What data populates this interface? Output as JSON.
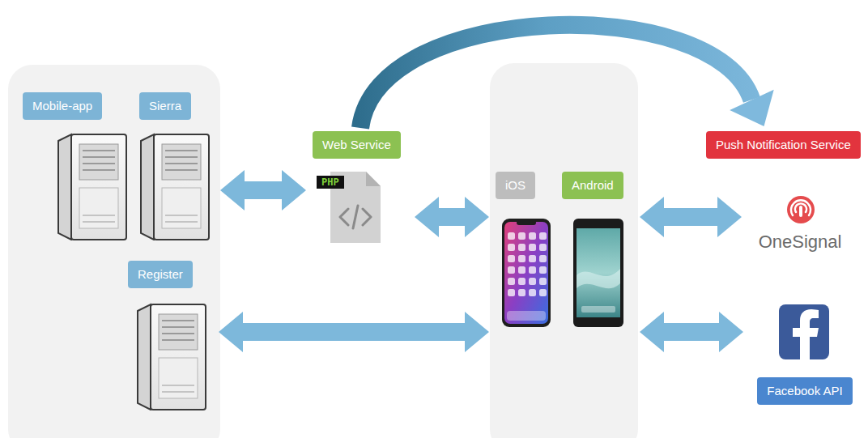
{
  "diagram": {
    "nodes": [
      {
        "text": [
          "Mobile-app"
        ]
      },
      {
        "text": [
          "Sierra"
        ]
      },
      {
        "text": [
          "Register"
        ]
      },
      {
        "text": [
          "Web Service"
        ]
      },
      {
        "text": [
          "iOS"
        ]
      },
      {
        "text": [
          "Android"
        ]
      },
      {
        "text": [
          "Push Notification Service"
        ]
      },
      {
        "text": [
          "OneSignal"
        ]
      },
      {
        "text": [
          "Facebook API"
        ]
      }
    ],
    "edges": [
      {
        "from": 1,
        "to": 3,
        "arrow": "both"
      },
      {
        "from": 3,
        "to": 4,
        "arrow": "both"
      },
      {
        "from": 2,
        "to": 4,
        "arrow": "both"
      },
      {
        "from": 3,
        "to": 6,
        "arrow": "to"
      },
      {
        "from": 5,
        "to": 7,
        "arrow": "both"
      },
      {
        "from": 5,
        "to": 8,
        "arrow": "both"
      }
    ],
    "labels": [
      "PHP"
    ]
  }
}
